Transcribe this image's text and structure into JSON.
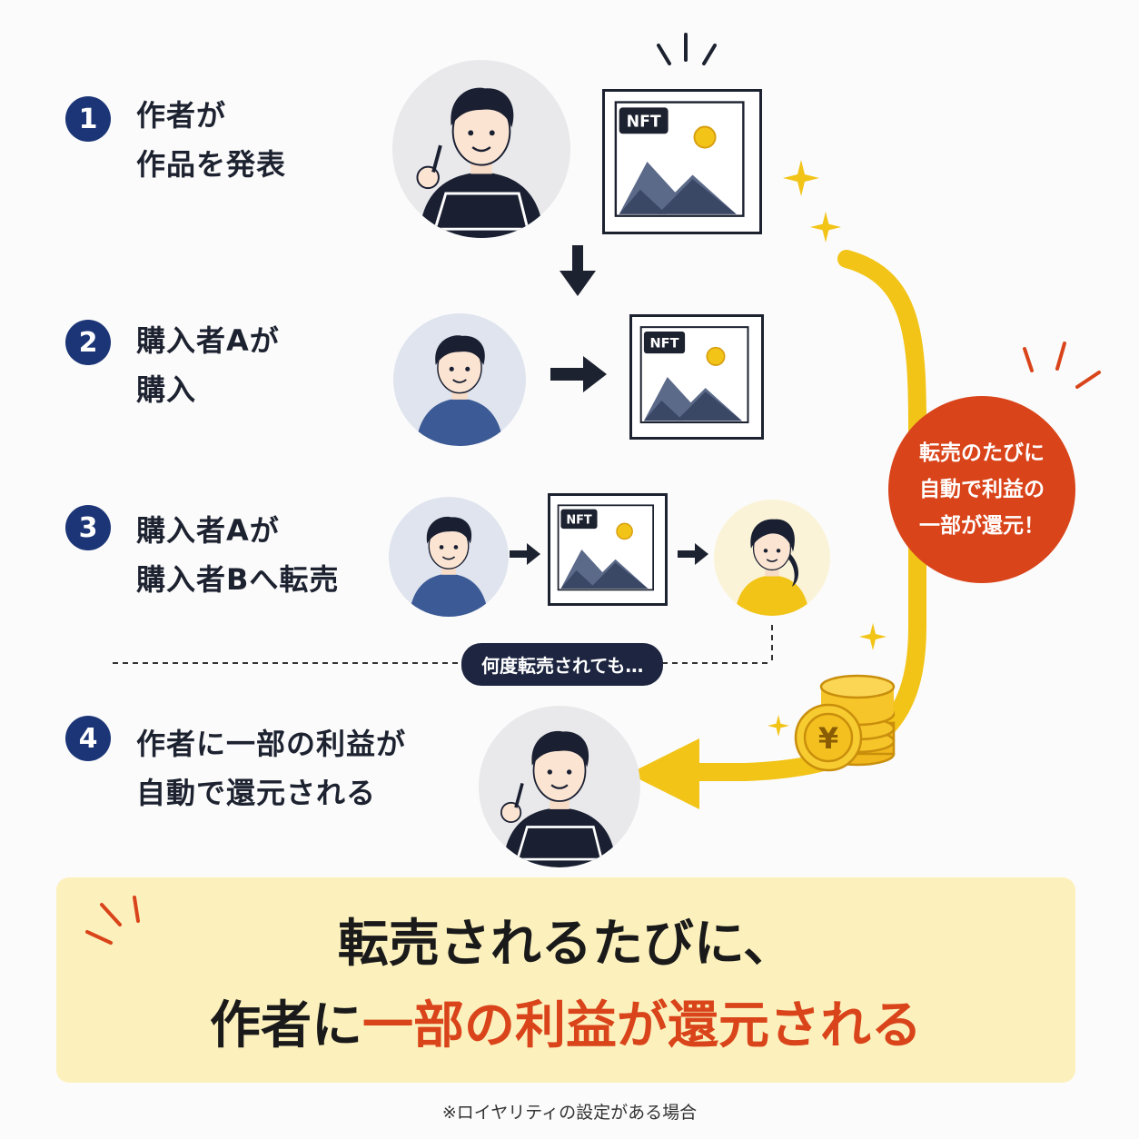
{
  "steps": [
    {
      "number": "1",
      "line1": "作者が",
      "line2": "作品を発表"
    },
    {
      "number": "2",
      "line1": "購入者Aが",
      "line2": "購入"
    },
    {
      "number": "3",
      "line1": "購入者Aが",
      "line2": "購入者Bへ転売"
    },
    {
      "number": "4",
      "line1": "作者に一部の利益が",
      "line2": "自動で還元される"
    }
  ],
  "nft_label": "NFT",
  "repeat_note": "何度転売されても…",
  "badge": {
    "line1": "転売のたびに",
    "line2": "自動で利益の",
    "line3": "一部が還元！"
  },
  "coin_symbol": "¥",
  "banner": {
    "line1": "転売されるたびに、",
    "line2_prefix": "作者に",
    "line2_highlight": "一部の利益が還元される"
  },
  "footnote": "※ロイヤリティの設定がある場合",
  "colors": {
    "navy": "#1b3577",
    "accent": "#d9441a",
    "gold": "#f2c418",
    "banner_bg": "#fcf1bd"
  }
}
